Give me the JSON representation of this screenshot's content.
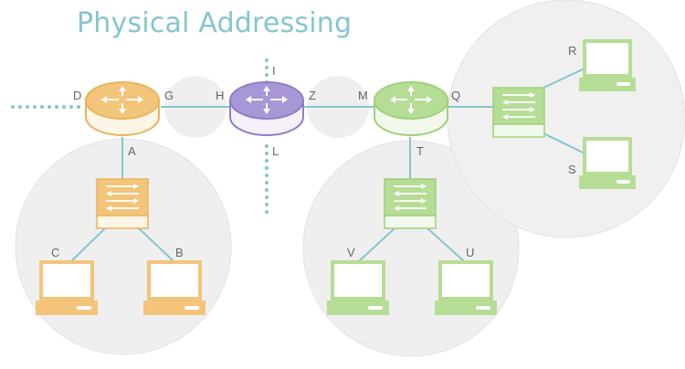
{
  "title": "Physical Addressing",
  "colors": {
    "orange": "#f2c57a",
    "orange_stroke": "#eab45d",
    "purple": "#a797d6",
    "purple_stroke": "#8f7dc8",
    "green": "#b6dd96",
    "green_stroke": "#9fd079",
    "link": "#86c5ce",
    "region": "#efefef",
    "region_stroke": "#e2e2e2",
    "label": "#666666"
  },
  "labels": {
    "A": "A",
    "B": "B",
    "C": "C",
    "D": "D",
    "G": "G",
    "H": "H",
    "I": "I",
    "L": "L",
    "Z": "Z",
    "M": "M",
    "Q": "Q",
    "T": "T",
    "R": "R",
    "S": "S",
    "U": "U",
    "V": "V"
  }
}
